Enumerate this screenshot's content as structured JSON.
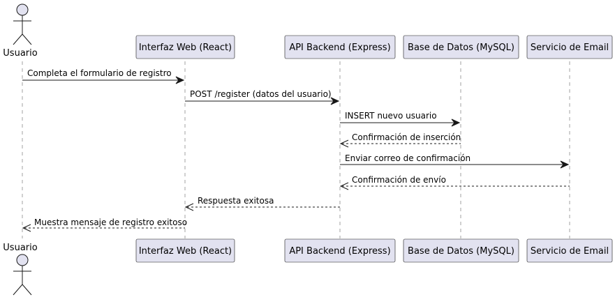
{
  "participants": {
    "usuario": "Usuario",
    "web": "Interfaz Web (React)",
    "api": "API Backend (Express)",
    "db": "Base de Datos (MySQL)",
    "email": "Servicio de Email"
  },
  "messages": [
    {
      "from": "usuario",
      "to": "web",
      "text": "Completa el formulario de registro",
      "style": "solid"
    },
    {
      "from": "web",
      "to": "api",
      "text": "POST /register (datos del usuario)",
      "style": "solid"
    },
    {
      "from": "api",
      "to": "db",
      "text": "INSERT nuevo usuario",
      "style": "solid"
    },
    {
      "from": "db",
      "to": "api",
      "text": "Confirmación de inserción",
      "style": "dashed"
    },
    {
      "from": "api",
      "to": "email",
      "text": "Enviar correo de confirmación",
      "style": "solid"
    },
    {
      "from": "email",
      "to": "api",
      "text": "Confirmación de envío",
      "style": "dashed"
    },
    {
      "from": "api",
      "to": "web",
      "text": "Respuesta exitosa",
      "style": "dashed"
    },
    {
      "from": "web",
      "to": "usuario",
      "text": "Muestra mensaje de registro exitoso",
      "style": "dashed"
    }
  ]
}
